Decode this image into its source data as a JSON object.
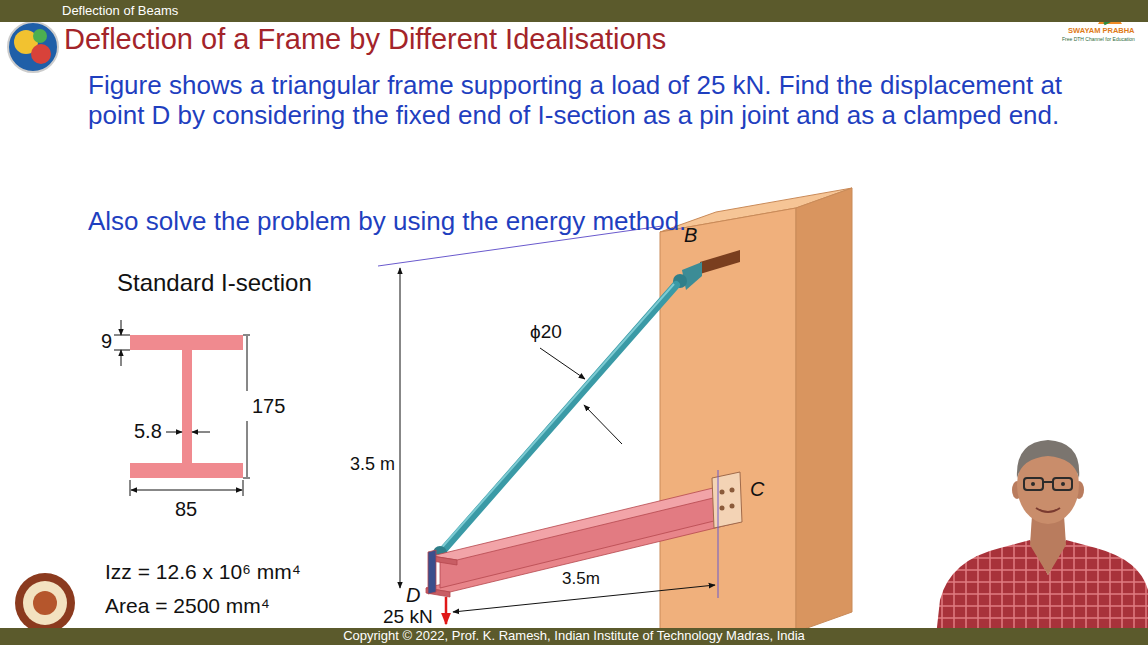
{
  "diagram": {
    "title": "Deflection of a Frame by Different Idealisations",
    "nodes": [
      {
        "text": [
          "Deflection of Beams"
        ]
      },
      {
        "text": [
          "Copyright © 2022, Prof. K. Ramesh, Indian Institute of Technology Madras, India"
        ]
      }
    ],
    "labels": [
      "Figure shows a triangular frame supporting a load of 25 kN. Find the displacement at point D by considering the fixed end of I-section as a pin joint and as a clamped end.",
      "Also solve the problem by using the energy method.",
      "Standard I-section",
      "9",
      "175",
      "5.8",
      "85",
      "Izz = 12.6 x 10⁶ mm⁴",
      "Area = 2500 mm⁴",
      "B",
      "ϕ20",
      "3.5 m",
      "C",
      "3.5m",
      "D",
      "25 kN",
      "SWAYAM PRABHA",
      "Free DTH Channel for Education"
    ]
  }
}
